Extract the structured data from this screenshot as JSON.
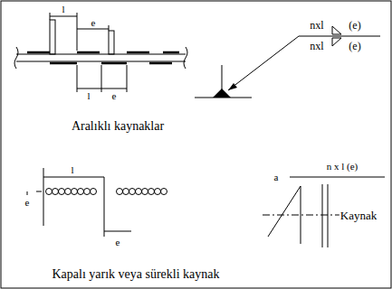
{
  "diagram": {
    "labels": [
      "l",
      "e",
      "l",
      "e",
      "nxl",
      "(e)",
      "nxl",
      "(e)",
      "Aralıklı kaynaklar",
      "l",
      "e",
      "e",
      "a",
      "n x l (e)",
      "Kaynak",
      "Kapalı yarık veya sürekli kaynak"
    ]
  }
}
